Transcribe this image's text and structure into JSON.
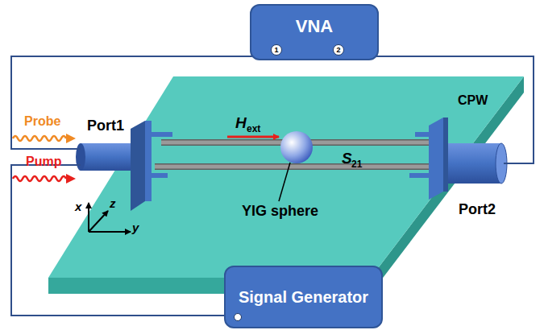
{
  "diagram": {
    "nodes": [
      {
        "text": [
          "VNA"
        ]
      },
      {
        "text": [
          "1"
        ],
        "in": 0
      },
      {
        "text": [
          "2"
        ],
        "in": 0
      },
      {
        "text": [
          "Port1"
        ]
      },
      {
        "text": [
          "Port2"
        ]
      },
      {
        "text": [
          "Signal Generator"
        ]
      }
    ],
    "edges": [
      {
        "from": 1,
        "to": 3,
        "arrow": "none"
      },
      {
        "from": 2,
        "to": 4,
        "arrow": "none"
      },
      {
        "from": 5,
        "to": 3,
        "arrow": "none"
      }
    ],
    "labels": [
      "Probe",
      "Pump",
      "H",
      "ext",
      "CPW",
      "S",
      "21",
      "YIG sphere",
      "x",
      "z",
      "y"
    ]
  }
}
